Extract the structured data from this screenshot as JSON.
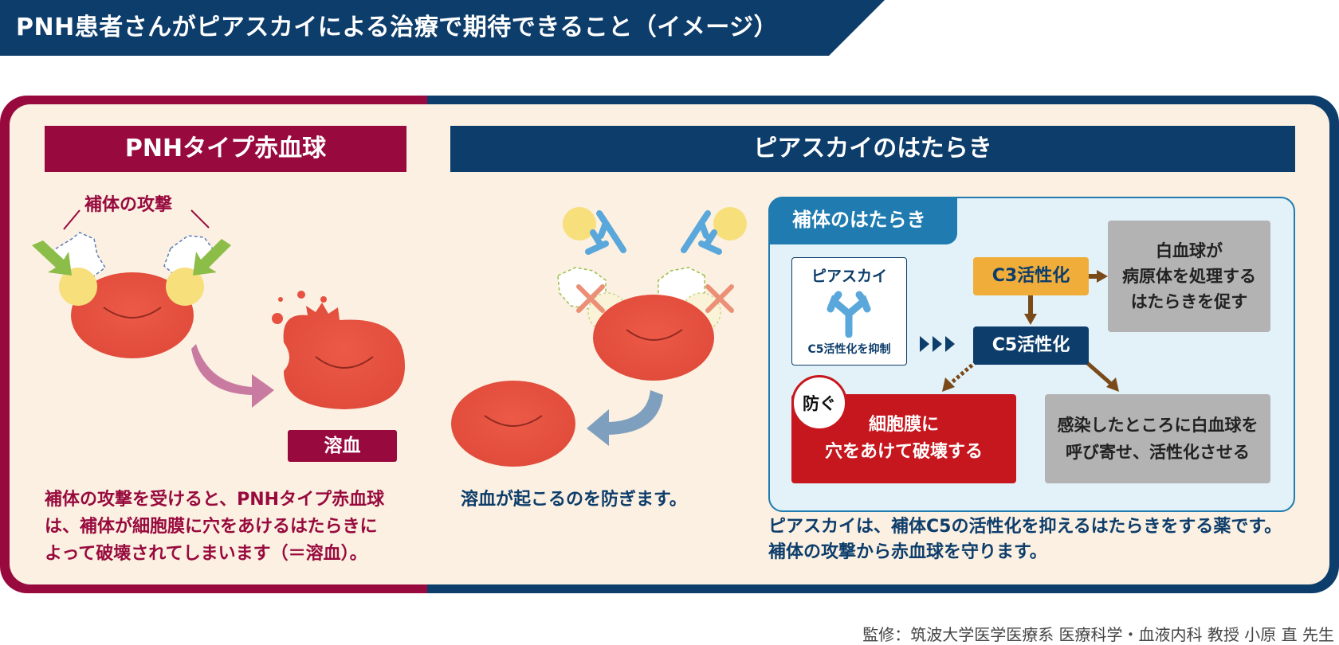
{
  "title": "PNH患者さんがピアスカイによる治療で期待できること（イメージ）",
  "left": {
    "header": "PNHタイプ赤血球",
    "attack_label": "補体の攻撃",
    "badge": "溶血",
    "caption": [
      "補体の攻撃を受けると、PNHタイプ赤血球",
      "は、補体が細胞膜に穴をあけるはたらきに",
      "よって破壊されてしまいます（＝溶血）。"
    ]
  },
  "right": {
    "header": "ピアスカイのはたらき",
    "middle_caption": "溶血が起こるのを防ぎます。",
    "panel": {
      "tab": "補体のはたらき",
      "drug_name": "ピアスカイ",
      "drug_sub": "C5活性化を抑制",
      "c3": "C3活性化",
      "c5": "C5活性化",
      "wbc_box": [
        "白血球が",
        "病原体を処理する",
        "はたらきを促す"
      ],
      "membrane_box": [
        "細胞膜に",
        "穴をあけて破壊する"
      ],
      "infection_box": [
        "感染したところに白血球を",
        "呼び寄せ、活性化させる"
      ],
      "prevent": "防ぐ"
    },
    "bottom_caption": [
      "ピアスカイは、補体C5の活性化を抑えるはたらきをする薬です。",
      "補体の攻撃から赤血球を守ります。"
    ]
  },
  "credit": "監修：筑波大学医学医療系 医療科学・血液内科 教授 小原 直 先生",
  "colors": {
    "crimson": "#980a3e",
    "navy": "#0d3d6b",
    "cream": "#fbf0e1",
    "cell_red": "#e85040",
    "amber": "#f0ad3a",
    "alert_red": "#c7171e",
    "antibody_blue": "#5aa7dc",
    "gray_box": "#b3b3b3"
  },
  "icons": [
    "red-blood-cell-icon",
    "complement-icon",
    "antibody-icon",
    "block-x-icon",
    "curved-arrow-icon",
    "chevron-triple-icon"
  ]
}
